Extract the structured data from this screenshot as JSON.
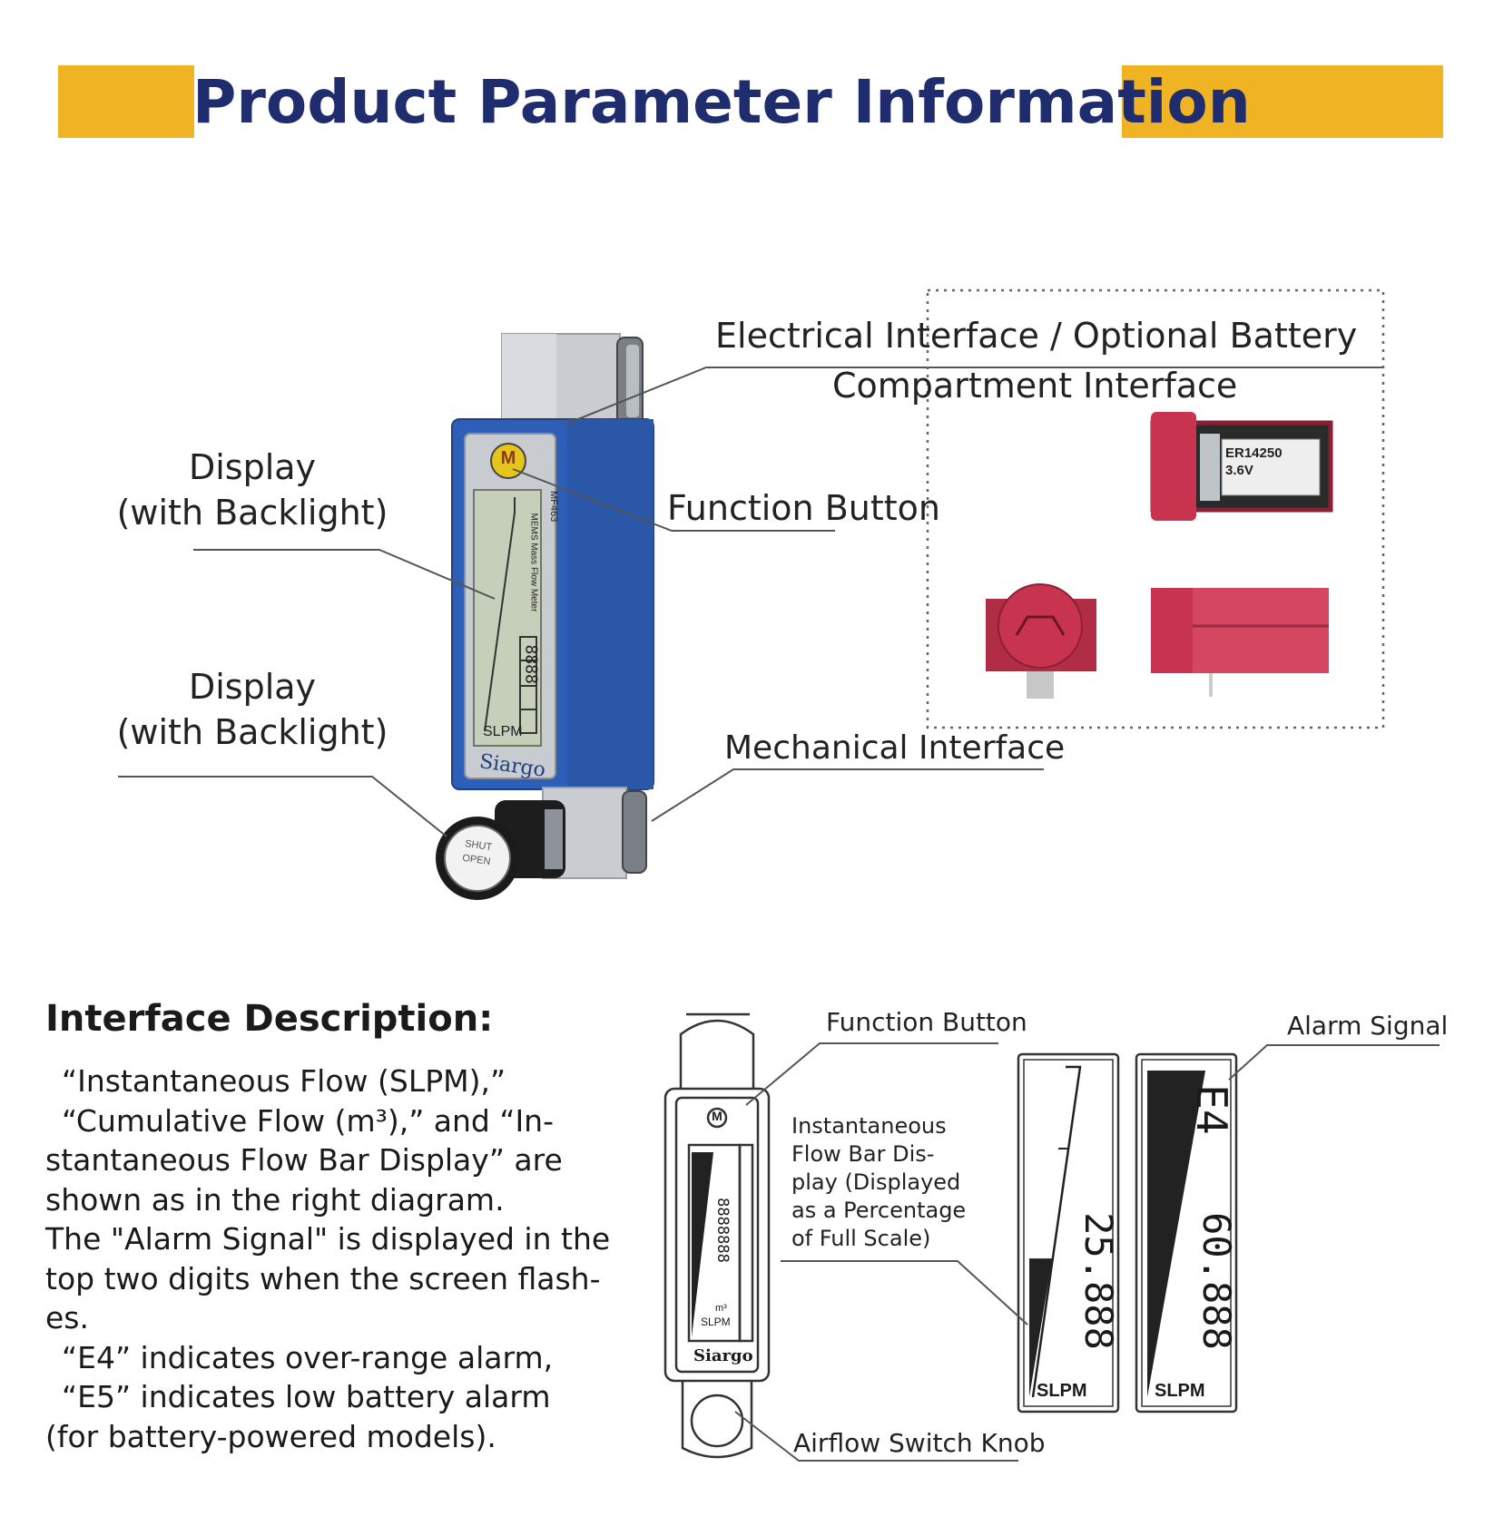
{
  "header": {
    "title": "Product Parameter Information"
  },
  "colors": {
    "accent_bar": "#f0b323",
    "title": "#1f2d6e",
    "device_blue": "#2e5fb8",
    "battery_red": "#c8344f"
  },
  "top_diagram": {
    "labels": {
      "electrical_line1": "Electrical Interface / Optional Battery",
      "electrical_line2": "Compartment Interface",
      "function_button": "Function Button",
      "display1_line1": "Display",
      "display1_line2": "(with Backlight)",
      "display2_line1": "Display",
      "display2_line2": "(with Backlight)",
      "mechanical": "Mechanical Interface"
    },
    "device": {
      "button_letter": "M",
      "brand": "Siargo",
      "model_text": "MEMS Mass Flow Meter",
      "model_code": "MF463",
      "unit": "SLPM",
      "digits": "8888",
      "knob_line1": "SHUT",
      "knob_line2": "OPEN"
    },
    "battery": {
      "line1": "ER14250",
      "line2": "3.6V"
    }
  },
  "interface_description": {
    "title": "Interface Description:",
    "lines": [
      "“Instantaneous Flow (SLPM),”",
      "“Cumulative Flow (m³),” and “In-",
      "stantaneous Flow Bar Display” are",
      "shown as in the right diagram.",
      "The \"Alarm Signal\" is displayed in the",
      "top two digits when the screen flash-",
      "es.",
      "“E4”  indicates over-range alarm,",
      "“E5”  indicates low battery alarm",
      "(for battery-powered models)."
    ]
  },
  "bottom_diagram": {
    "labels": {
      "function_button": "Function Button",
      "alarm_signal": "Alarm Signal",
      "bar_display_lines": [
        "Instantaneous",
        "Flow Bar Dis-",
        "play (Displayed",
        "as a Percentage",
        "of Full Scale)"
      ],
      "airflow_knob": "Airflow Switch Knob"
    },
    "device": {
      "button_letter": "M",
      "brand": "Siargo",
      "unit_m3": "m³",
      "unit": "SLPM",
      "digits": "8888888"
    },
    "screen1": {
      "value": "25.888",
      "unit": "SLPM",
      "bar_fill_fraction": 0.42
    },
    "screen2": {
      "alarm": "E4",
      "value": "60.888",
      "unit": "SLPM",
      "bar_fill_fraction": 1.0
    }
  }
}
